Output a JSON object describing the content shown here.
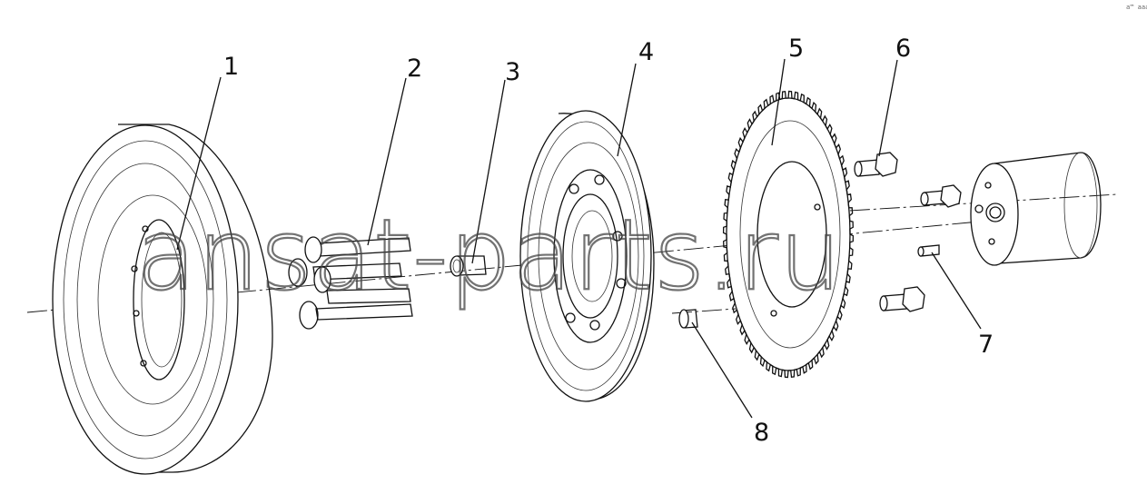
{
  "callouts": [
    {
      "id": "1",
      "text": "1"
    },
    {
      "id": "2",
      "text": "2"
    },
    {
      "id": "3",
      "text": "3"
    },
    {
      "id": "4",
      "text": "4"
    },
    {
      "id": "5",
      "text": "5"
    },
    {
      "id": "6",
      "text": "6"
    },
    {
      "id": "7",
      "text": "7"
    },
    {
      "id": "8",
      "text": "8"
    }
  ],
  "watermark": "ansat-parts.ru",
  "corner_mark": "a™ aaa"
}
